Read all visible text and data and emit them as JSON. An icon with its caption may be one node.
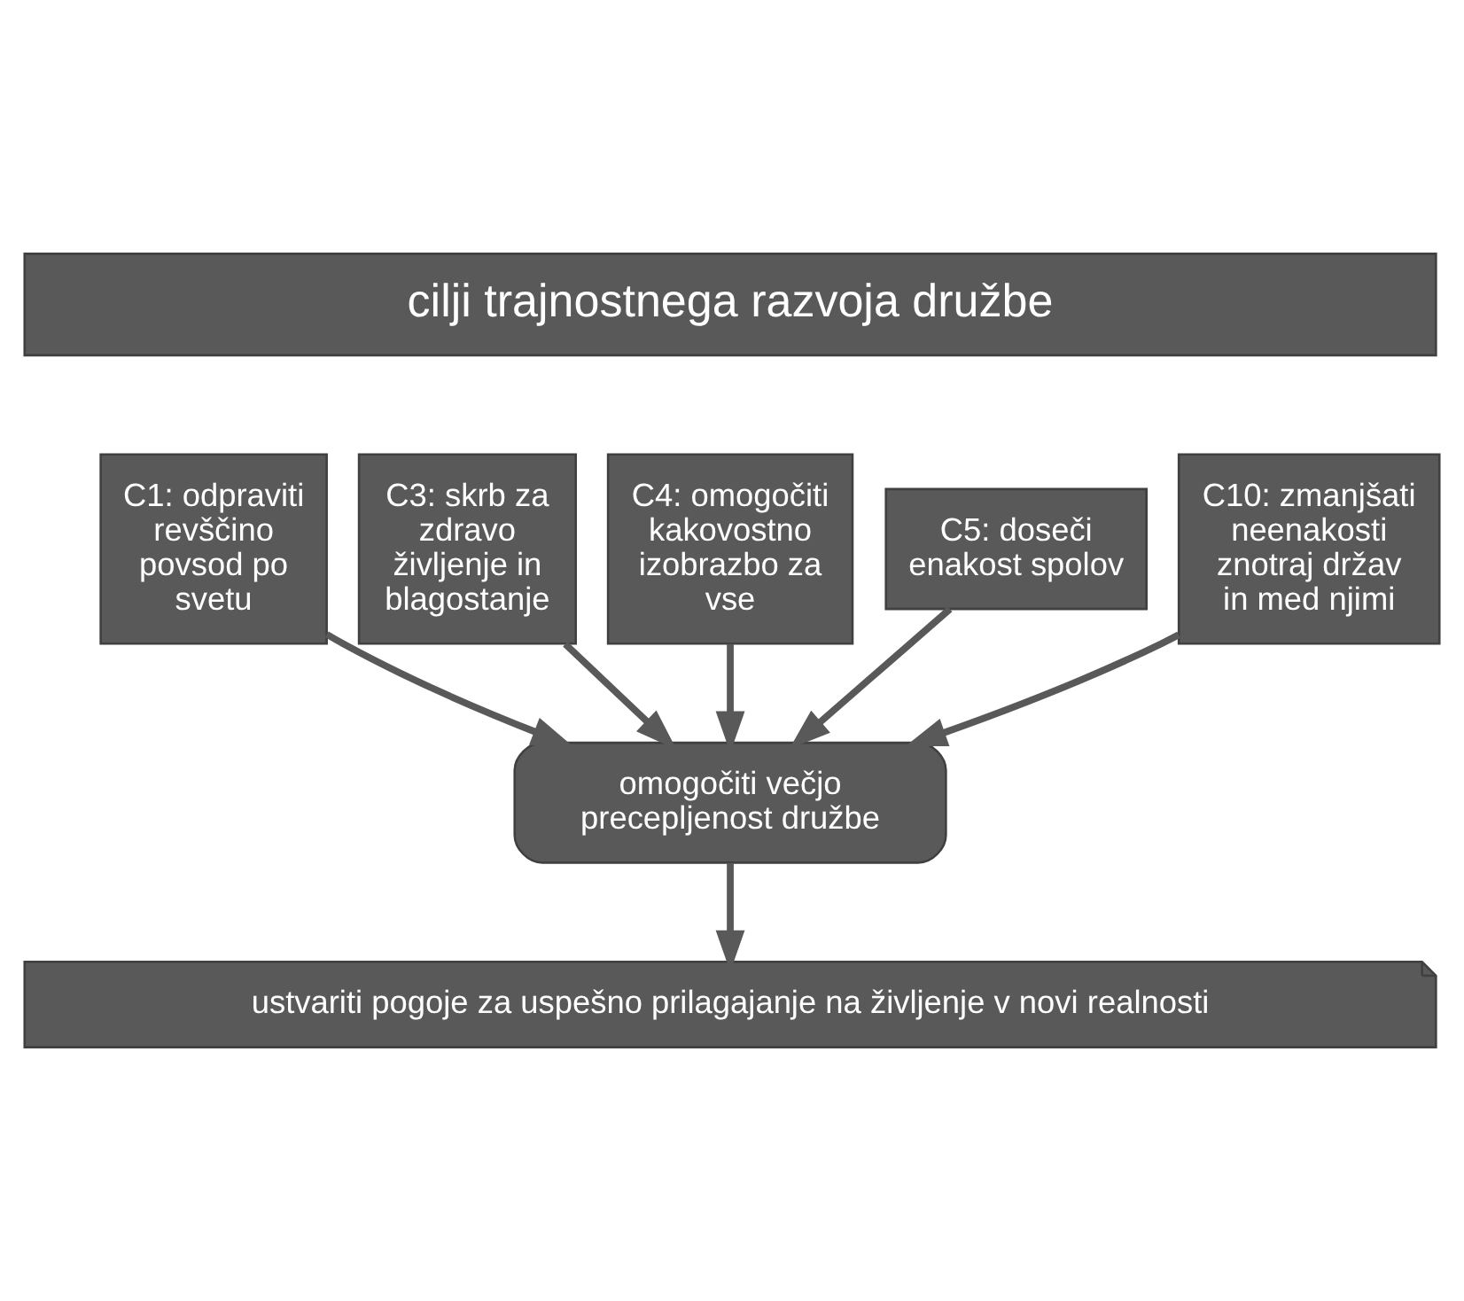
{
  "diagram": {
    "nodes": [
      {
        "text": [
          "cilji trajnostnega razvoja družbe"
        ]
      },
      {
        "text": [
          "C1: odpraviti revščino povsod po svetu"
        ]
      },
      {
        "text": [
          "C3: skrb za zdravo življenje in blagostanje"
        ]
      },
      {
        "text": [
          "C4: omogočiti kakovostno izobrazbo za vse"
        ]
      },
      {
        "text": [
          "C5: doseči enakost spolov"
        ]
      },
      {
        "text": [
          "C10: zmanjšati neenakosti znotraj držav in med njimi"
        ]
      },
      {
        "text": [
          "omogočiti večjo precepljenost družbe"
        ]
      },
      {
        "text": [
          "ustvariti pogoje za uspešno prilagajanje na življenje v novi realnosti"
        ]
      }
    ],
    "edges": [
      {
        "from": 1,
        "to": 6,
        "arrow": "to"
      },
      {
        "from": 2,
        "to": 6,
        "arrow": "to"
      },
      {
        "from": 3,
        "to": 6,
        "arrow": "to"
      },
      {
        "from": 4,
        "to": 6,
        "arrow": "to"
      },
      {
        "from": 5,
        "to": 6,
        "arrow": "to"
      },
      {
        "from": 6,
        "to": 7,
        "arrow": "to"
      }
    ]
  }
}
